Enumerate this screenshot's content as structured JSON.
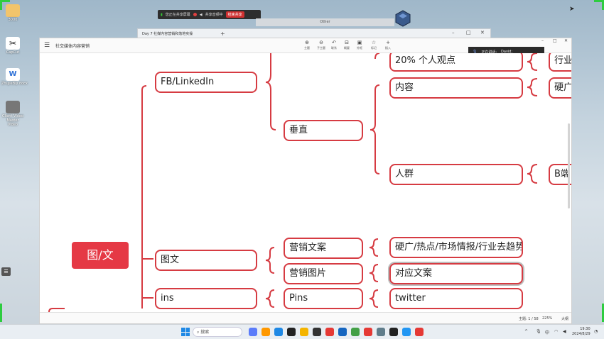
{
  "desktop": {
    "icons": [
      {
        "label": "3000",
        "color": "#f2c46b"
      },
      {
        "label": "CapCut",
        "color": "#222222"
      },
      {
        "label": "ZhuJieBiji.docx",
        "color": "#2b6fd6"
      },
      {
        "label": "Client Video Master Video",
        "color": "#888888"
      }
    ]
  },
  "share_bar": {
    "sharing_text": "您正在共享屏幕",
    "audio_text": "共享音频中",
    "stop_label": "结束共享"
  },
  "other_bar": {
    "label": "Other"
  },
  "bg_window": {
    "tab_title": "Day 7 社媒内容营销和落地实操",
    "plus": "+",
    "minimize": "–",
    "maximize": "□",
    "close": "✕"
  },
  "app": {
    "doc_title": "社交媒体内容营销",
    "toolbar": [
      {
        "icon": "⊕",
        "label": "主题"
      },
      {
        "icon": "⊖",
        "label": "子主题"
      },
      {
        "icon": "↶",
        "label": "联系"
      },
      {
        "icon": "⊟",
        "label": "概要"
      },
      {
        "icon": "▣",
        "label": "外框"
      },
      {
        "icon": "☆",
        "label": "标记"
      },
      {
        "icon": "+",
        "label": "插入"
      }
    ],
    "speaker": {
      "label": "正在讲话:",
      "name": "David;"
    },
    "window_controls": {
      "minimize": "–",
      "maximize": "□",
      "close": "✕"
    },
    "status": {
      "topic_count": "主题: 1 / 58",
      "zoom": "225%",
      "size_label": "大纲"
    }
  },
  "mindmap": {
    "root": "图/文",
    "fb_linkedin": "FB/LinkedIn",
    "vertical": "垂直",
    "pct_view": "20% 个人观点",
    "industry_partial": "行业",
    "content": "内容",
    "hard_partial": "硬广",
    "crowd": "人群",
    "b_partial": "B端",
    "tuwen": "图文",
    "copywriting": "营销文案",
    "copy_detail": "硬广/热点/市场情报/行业去趋势",
    "images": "营销图片",
    "image_detail": "对应文案",
    "ins": "ins",
    "pins": "Pins",
    "twitter": "twitter"
  },
  "taskbar": {
    "search_placeholder": "搜索",
    "apps": [
      "#5b7cfa",
      "#ff9800",
      "#1e88e5",
      "#222222",
      "#f4b400",
      "#333333",
      "#e53935",
      "#1565c0",
      "#43a047",
      "#e53935",
      "#607d8b",
      "#222222",
      "#2196f3",
      "#e53935"
    ],
    "tray": {
      "chevron": "^",
      "lang": "中"
    },
    "time": "19:30",
    "date": "2024/8/29"
  },
  "colors": {
    "accent": "#d63b42",
    "root_fill": "#e53945"
  }
}
